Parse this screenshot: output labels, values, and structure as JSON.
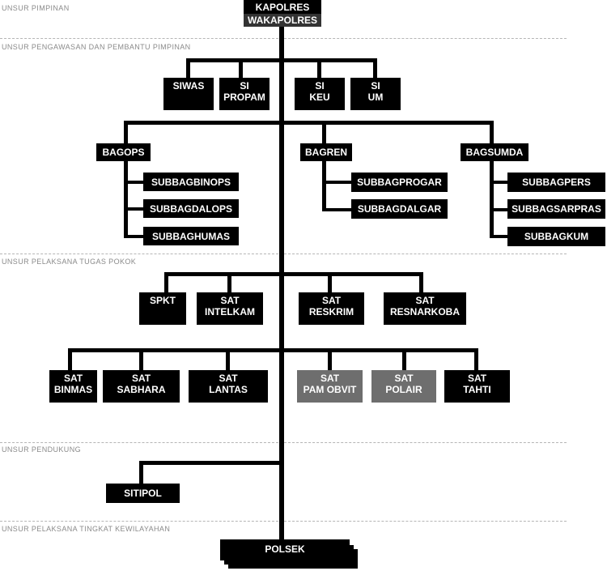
{
  "sections": {
    "pimpinan": "UNSUR PIMPINAN",
    "pengawasan": "UNSUR PENGAWASAN DAN PEMBANTU PIMPINAN",
    "pelaksana": "UNSUR PELAKSANA TUGAS POKOK",
    "pendukung": "UNSUR PENDUKUNG",
    "kewilayahan": "UNSUR PELAKSANA TINGKAT KEWILAYAHAN"
  },
  "leaders": {
    "kapolres": "KAPOLRES",
    "wakapolres": "WAKAPOLRES"
  },
  "staff": {
    "siwas": "SIWAS",
    "sipropam": [
      "SI",
      "PROPAM"
    ],
    "sikeu": [
      "SI",
      "KEU"
    ],
    "sium": [
      "SI",
      "UM"
    ]
  },
  "bagops": {
    "label": "BAGOPS",
    "subs": [
      "SUBBAGBINOPS",
      "SUBBAGDALOPS",
      "SUBBAGHUMAS"
    ]
  },
  "bagren": {
    "label": "BAGREN",
    "subs": [
      "SUBBAGPROGAR",
      "SUBBAGDALGAR"
    ]
  },
  "bagsumda": {
    "label": "BAGSUMDA",
    "subs": [
      "SUBBAGPERS",
      "SUBBAGSARPRAS",
      "SUBBAGKUM"
    ]
  },
  "pelaksana1": {
    "spkt": "SPKT",
    "intelkam": [
      "SAT",
      "INTELKAM"
    ],
    "reskrim": [
      "SAT",
      "RESKRIM"
    ],
    "resnarkoba": [
      "SAT",
      "RESNARKOBA"
    ]
  },
  "pelaksana2": {
    "binmas": [
      "SAT",
      "BINMAS"
    ],
    "sabhara": [
      "SAT",
      "SABHARA"
    ],
    "lantas": [
      "SAT",
      "LANTAS"
    ],
    "pamobvit": [
      "SAT",
      "PAM OBVIT"
    ],
    "polair": [
      "SAT",
      "POLAIR"
    ],
    "tahti": [
      "SAT",
      "TAHTI"
    ]
  },
  "pendukung": {
    "sitipol": "SITIPOL"
  },
  "kewilayahan": {
    "polsek": "POLSEK"
  },
  "colors": {
    "box": "#000000",
    "box_muted": "#6e6e6e",
    "section_text": "#8a8a8a"
  }
}
